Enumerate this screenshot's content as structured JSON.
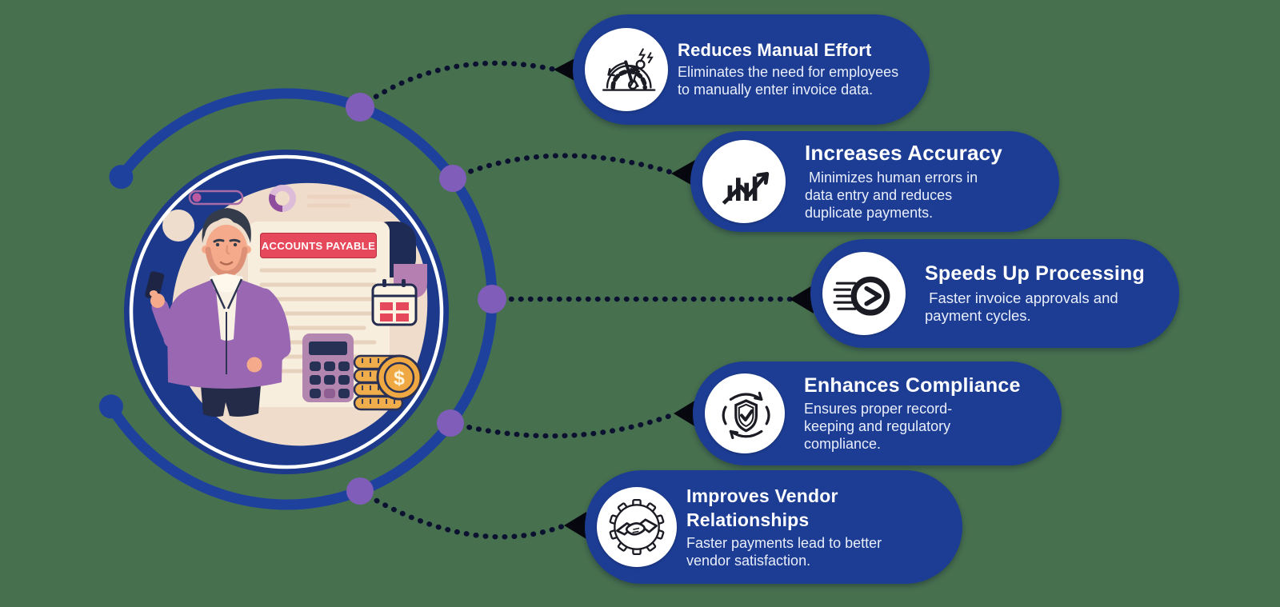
{
  "colors": {
    "background_green": "#47704f",
    "card_blue": "#1d3d94",
    "center_circle_blue": "#1c398b",
    "ring_blue": "#1f419e",
    "node_purple": "#7f5db8",
    "connector_dot_black": "#0c1130",
    "banner_red": "#e6495b",
    "coin_gold": "#f0a942",
    "illustration_beige": "#efdcca"
  },
  "center_illustration": {
    "banner_label": "ACCOUNTS PAYABLE",
    "coin_symbol": "$"
  },
  "cards": [
    {
      "icon": "gauge-effort-icon",
      "title": "Reduces Manual Effort",
      "body": "Eliminates the need for employees\nto manually enter invoice data."
    },
    {
      "icon": "bar-chart-growth-icon",
      "title": "Increases Accuracy",
      "body": " Minimizes human errors in\ndata entry and reduces\nduplicate payments."
    },
    {
      "icon": "fast-clock-icon",
      "title": "Speeds Up Processing",
      "body": " Faster invoice approvals and\npayment cycles."
    },
    {
      "icon": "shield-check-cycle-icon",
      "title": "Enhances Compliance",
      "body": "Ensures proper record-\nkeeping and regulatory\ncompliance."
    },
    {
      "icon": "handshake-gear-icon",
      "title": "Improves Vendor\nRelationships",
      "body": "Faster payments lead to better\nvendor satisfaction."
    }
  ]
}
